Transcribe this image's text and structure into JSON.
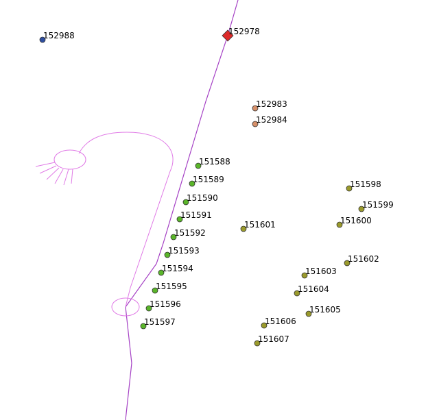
{
  "colors": {
    "background": "#ffffff",
    "main_road": "#a43fc4",
    "ramp_road": "#e07ae6",
    "point_green": "#5ab52a",
    "point_olive": "#9a9a2c",
    "point_orange": "#d6906a",
    "point_blue": "#2f4fa0",
    "marker_red": "#dd2a2a"
  },
  "points": [
    {
      "label": "152988",
      "color": "#2f4fa0",
      "shape": "circle"
    },
    {
      "label": "152978",
      "color": "#dd2a2a",
      "shape": "diamond"
    },
    {
      "label": "152983",
      "color": "#d6906a",
      "shape": "circle"
    },
    {
      "label": "152984",
      "color": "#d6906a",
      "shape": "circle"
    },
    {
      "label": "151588",
      "color": "#5ab52a",
      "shape": "circle"
    },
    {
      "label": "151589",
      "color": "#5ab52a",
      "shape": "circle"
    },
    {
      "label": "151590",
      "color": "#5ab52a",
      "shape": "circle"
    },
    {
      "label": "151591",
      "color": "#5ab52a",
      "shape": "circle"
    },
    {
      "label": "151592",
      "color": "#5ab52a",
      "shape": "circle"
    },
    {
      "label": "151593",
      "color": "#5ab52a",
      "shape": "circle"
    },
    {
      "label": "151594",
      "color": "#5ab52a",
      "shape": "circle"
    },
    {
      "label": "151595",
      "color": "#5ab52a",
      "shape": "circle"
    },
    {
      "label": "151596",
      "color": "#5ab52a",
      "shape": "circle"
    },
    {
      "label": "151597",
      "color": "#5ab52a",
      "shape": "circle"
    },
    {
      "label": "151598",
      "color": "#9a9a2c",
      "shape": "circle"
    },
    {
      "label": "151599",
      "color": "#9a9a2c",
      "shape": "circle"
    },
    {
      "label": "151600",
      "color": "#9a9a2c",
      "shape": "circle"
    },
    {
      "label": "151601",
      "color": "#9a9a2c",
      "shape": "circle"
    },
    {
      "label": "151602",
      "color": "#9a9a2c",
      "shape": "circle"
    },
    {
      "label": "151603",
      "color": "#9a9a2c",
      "shape": "circle"
    },
    {
      "label": "151604",
      "color": "#9a9a2c",
      "shape": "circle"
    },
    {
      "label": "151605",
      "color": "#9a9a2c",
      "shape": "circle"
    },
    {
      "label": "151606",
      "color": "#9a9a2c",
      "shape": "circle"
    },
    {
      "label": "151607",
      "color": "#9a9a2c",
      "shape": "circle"
    }
  ]
}
